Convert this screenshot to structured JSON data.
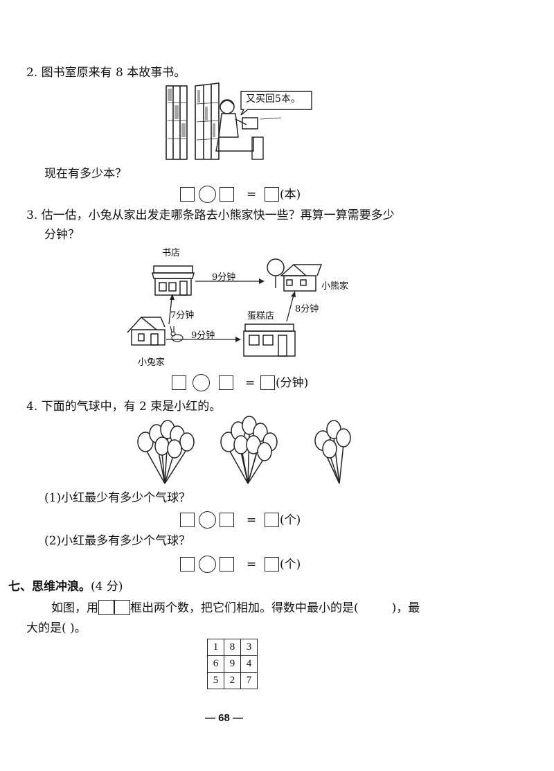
{
  "q2": {
    "title": "2. 图书室原来有 8 本故事书。",
    "speech": "又买回5本。",
    "question": "现在有多少本？",
    "unit": "(本)"
  },
  "q3": {
    "title_line1": "3. 估一估，小兔从家出发走哪条路去小熊家快一些？再算一算需要多少",
    "title_line2": "分钟？",
    "labels": {
      "bookstore": "书店",
      "bear_home": "小熊家",
      "cake_shop": "蛋糕店",
      "rabbit_home": "小兔家",
      "top_route": "9分钟",
      "up_route": "7分钟",
      "bottom_route": "9分钟",
      "right_route": "8分钟"
    },
    "unit": "(分钟)"
  },
  "q4": {
    "title": "4. 下面的气球中，有 2 束是小红的。",
    "sub1": "(1)小红最少有多少个气球？",
    "sub2": "(2)小红最多有多少个气球？",
    "unit": "(个)"
  },
  "sec7": {
    "heading": "七、思维冲浪。",
    "score": "(4 分)",
    "line1_a": "如图，用",
    "line1_b": "框出两个数，把它们相加。得数中最小的是(",
    "line1_c": ")，最",
    "line2": "大的是(      )。",
    "grid": [
      [
        "1",
        "8",
        "3"
      ],
      [
        "6",
        "9",
        "4"
      ],
      [
        "5",
        "2",
        "7"
      ]
    ]
  },
  "equals": "=",
  "page_number": "— 68 —"
}
